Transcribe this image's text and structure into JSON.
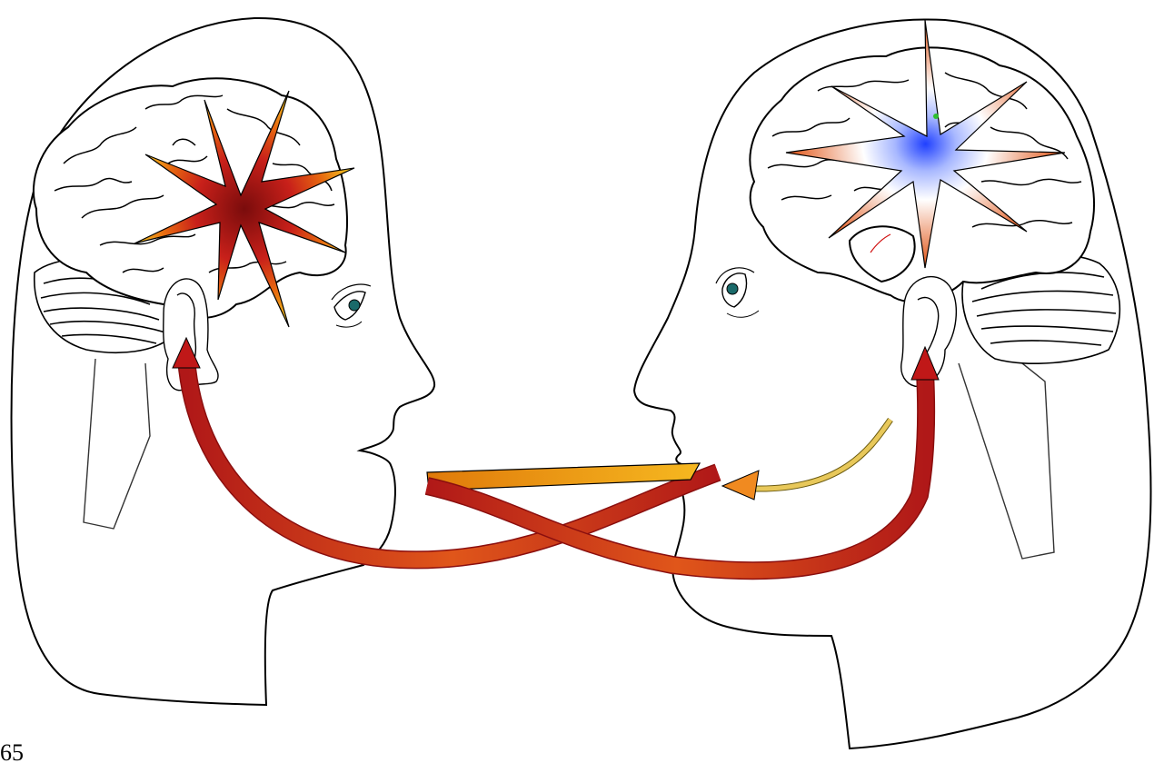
{
  "page_number": "65",
  "colors": {
    "background": "#ffffff",
    "outline": "#000000",
    "ear_arrow_light": "#d84a1a",
    "ear_arrow_dark": "#b01818",
    "speech_band_light": "#f6b820",
    "speech_band_dark": "#e07a0a",
    "small_arrow": "#e8c85a",
    "left_burst_core": "#7a0c0c",
    "left_burst_rays": "#f0c020",
    "right_burst_core": "#2040ff",
    "right_burst_rays": "#e05010"
  },
  "icons": [
    "left-head",
    "right-head",
    "left-brain",
    "right-brain",
    "left-neural-burst",
    "right-neural-burst",
    "left-ear",
    "right-ear",
    "left-eye",
    "right-eye",
    "speech-band",
    "return-arrow-to-left-ear",
    "return-arrow-to-right-ear",
    "thought-arrow-to-mouth"
  ]
}
